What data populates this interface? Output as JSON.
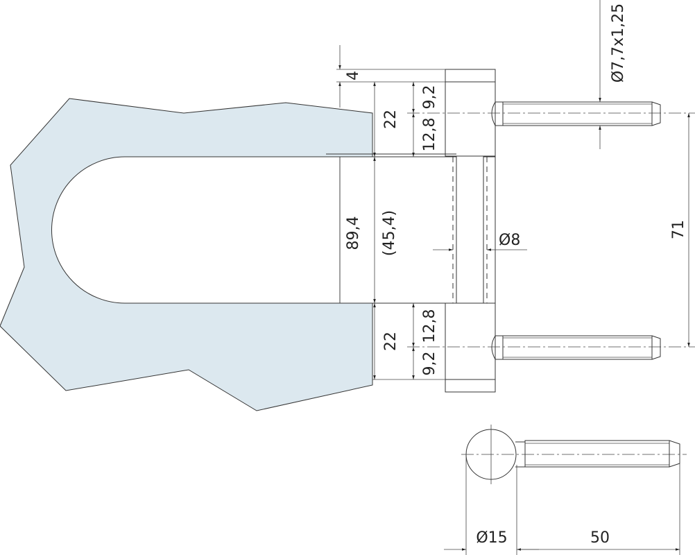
{
  "colors": {
    "door_section": "#dce8ef",
    "line": "#333333"
  },
  "dimensions": {
    "top_cap": "4",
    "top_leaf": "22",
    "top_upper": "9,2",
    "top_lower": "12,8",
    "overall_height": "89,4",
    "center_gap": "(45,4)",
    "pin_diameter": "Ø8",
    "bottom_leaf": "22",
    "bottom_upper": "12,8",
    "bottom_lower": "9,2",
    "thread_spec": "Ø7,7x1,25",
    "pin_spacing": "71",
    "knob_diameter": "Ø15",
    "pin_length": "50"
  }
}
